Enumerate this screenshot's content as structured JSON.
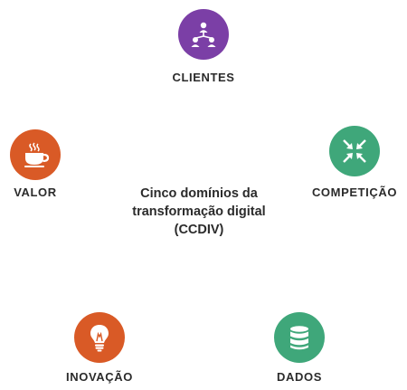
{
  "diagram": {
    "center": {
      "line1": "Cinco domínios da",
      "line2": "transformação digital",
      "line3": "(CCDIV)"
    },
    "nodes": [
      {
        "label": "CLIENTES",
        "color": "#7b3fa6",
        "icon": "users-network-icon"
      },
      {
        "label": "VALOR",
        "color": "#d95a26",
        "icon": "coffee-cup-icon"
      },
      {
        "label": "COMPETIÇÃO",
        "color": "#3fa77a",
        "icon": "arrows-converge-icon"
      },
      {
        "label": "INOVAÇÃO",
        "color": "#d95a26",
        "icon": "lightbulb-icon"
      },
      {
        "label": "DADOS",
        "color": "#3fa77a",
        "icon": "database-icon"
      }
    ]
  }
}
